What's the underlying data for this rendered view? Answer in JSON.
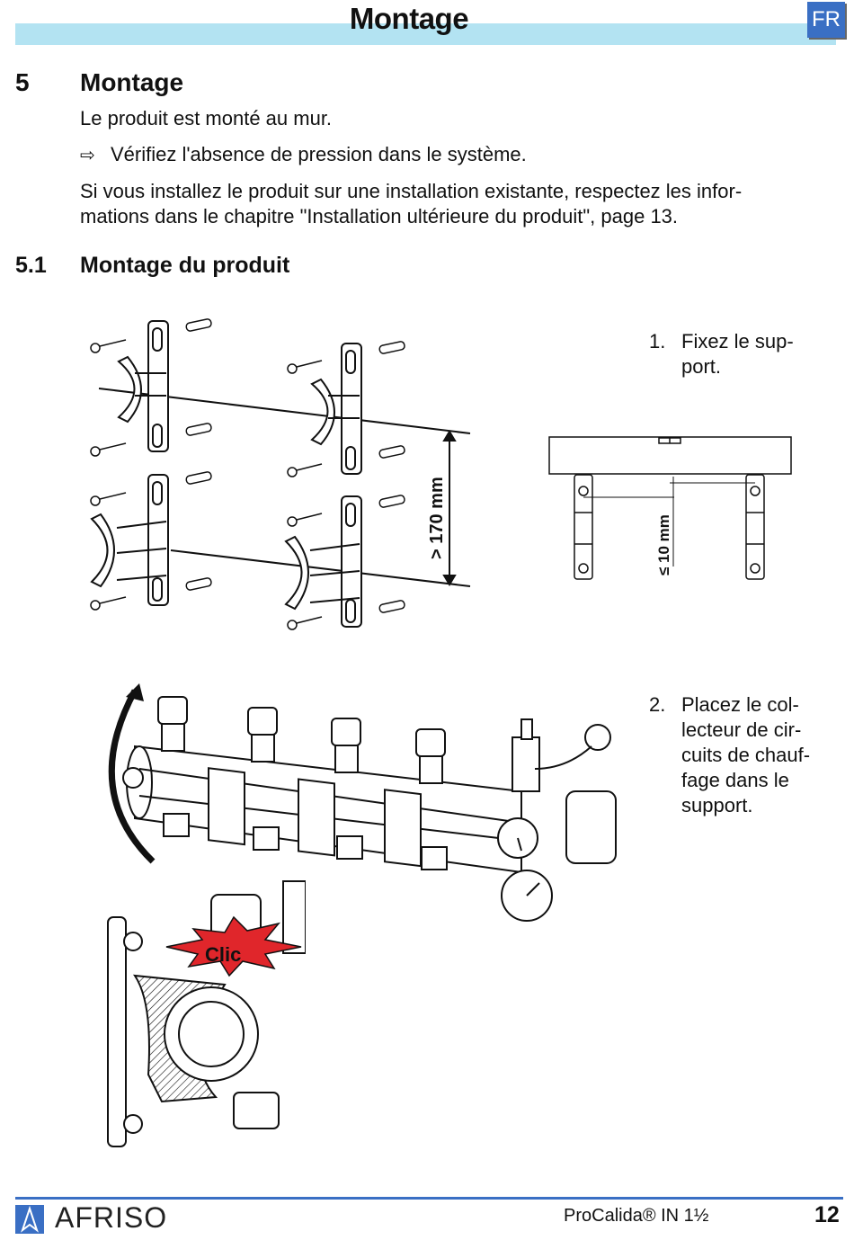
{
  "header": {
    "title": "Montage",
    "language_badge": "FR"
  },
  "section": {
    "number": "5",
    "title": "Montage",
    "intro": "Le produit est monté au mur.",
    "instruction": "Vérifiez l'absence de pression dans le système.",
    "instruction_icon": "hollow-arrow-right-icon",
    "note_line1": "Si vous installez le produit sur une installation existante, respectez les infor-",
    "note_line2": "mations dans le chapitre \"Installation ultérieure du produit\", page 13."
  },
  "subsection": {
    "number": "5.1",
    "title": "Montage du produit"
  },
  "steps": [
    {
      "num": "1.",
      "text": "Fixez le sup-\nport."
    },
    {
      "num": "2.",
      "text": "Placez le col-\nlecteur de cir-\ncuits de chauf-\nfage dans le\nsupport."
    }
  ],
  "figures": {
    "brackets_dimension": "> 170 mm",
    "level_dimension": "≤ 10 mm",
    "clic_label": "Clic",
    "clic_color": "#e0262b"
  },
  "footer": {
    "brand": "AFRISO",
    "product": "ProCalida® IN 1½",
    "page": "12",
    "accent": "#3a6fc4"
  }
}
